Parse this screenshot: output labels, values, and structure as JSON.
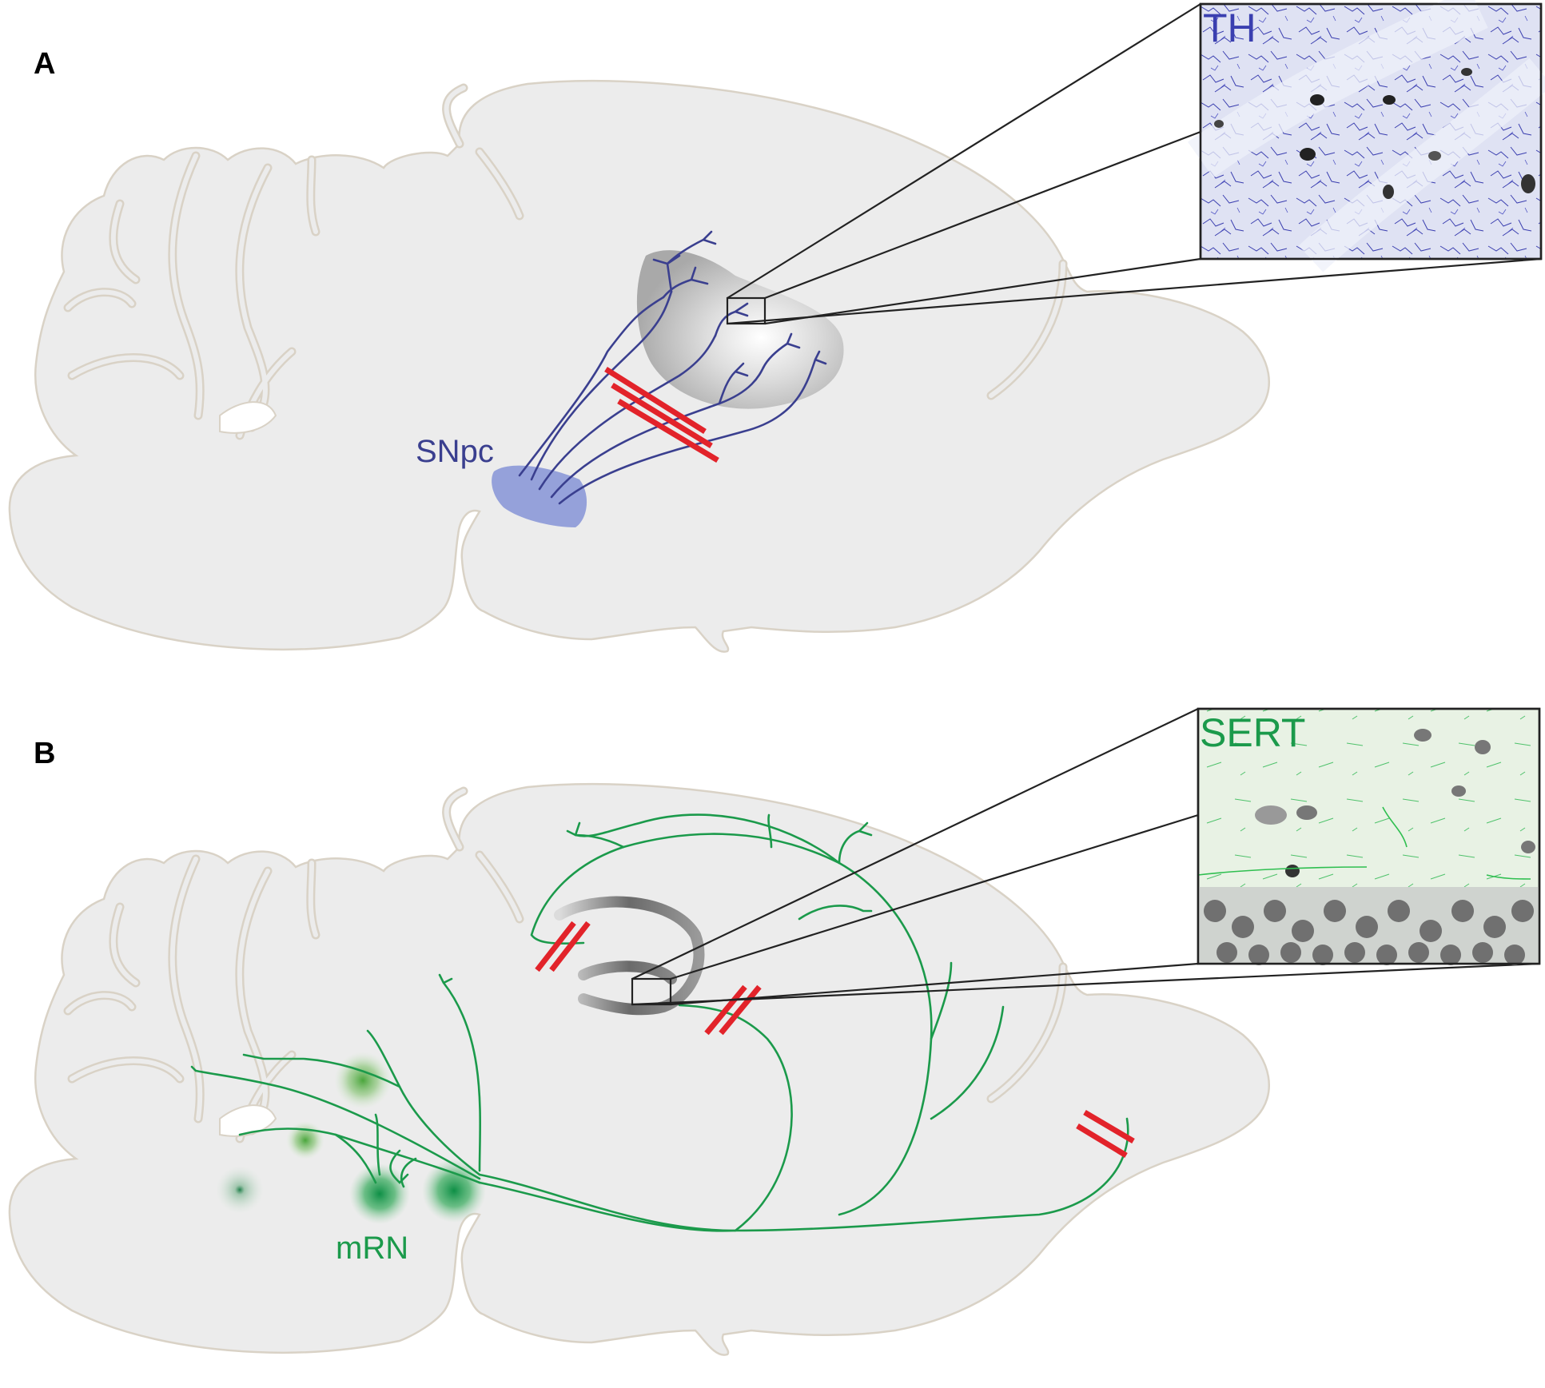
{
  "panels": [
    {
      "letter": "A",
      "region_label": "SNpc",
      "inset_label": "TH"
    },
    {
      "letter": "B",
      "region_label": "mRN",
      "inset_label": "SERT"
    }
  ],
  "colors": {
    "dopamine_axons": "#3a3f8f",
    "serotonin_axons": "#1b9a4b",
    "lesion_marks": "#e2232a",
    "brain_fill": "#ececec",
    "brain_outline": "#d9d2c6",
    "striatum_shading": "#b5b5b5",
    "snpc_fill": "#7f8fd6"
  }
}
